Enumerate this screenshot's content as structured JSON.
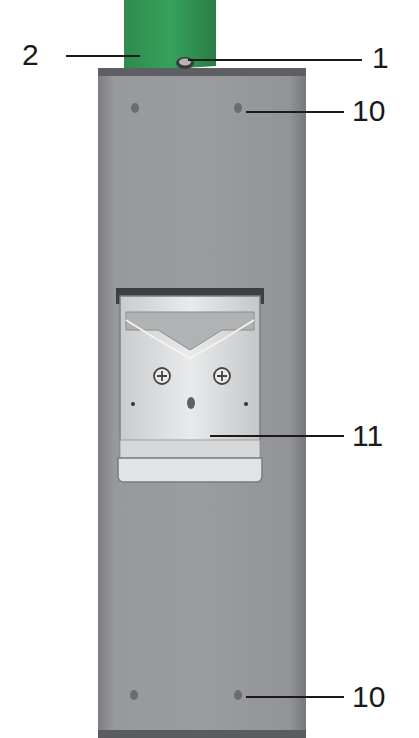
{
  "diagram": {
    "labels": [
      "2",
      "1",
      "10",
      "11",
      "10"
    ]
  }
}
